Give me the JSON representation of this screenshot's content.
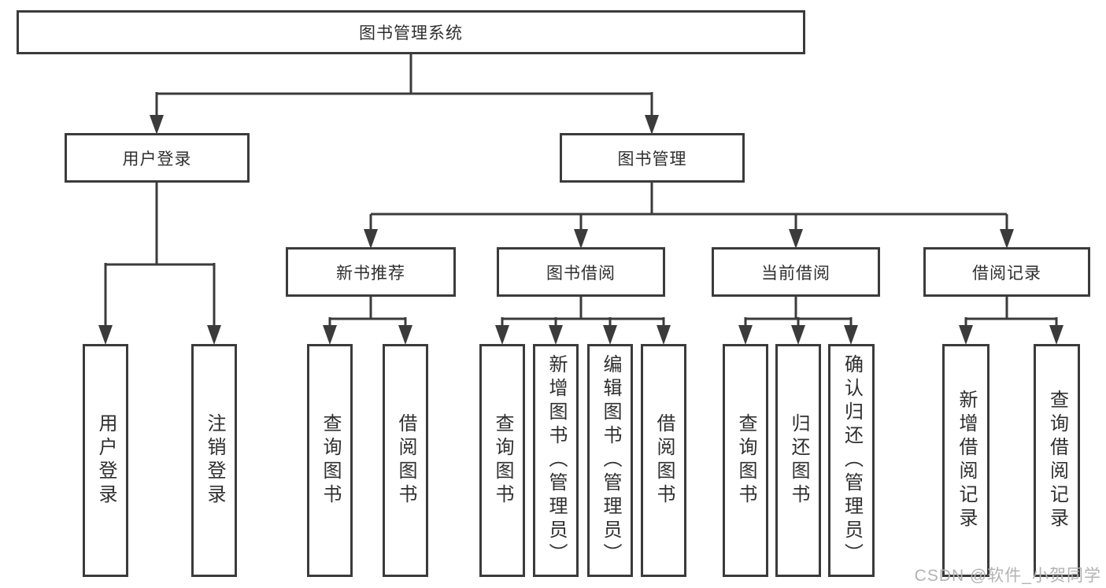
{
  "diagram_title": "图书管理系统",
  "nodes": {
    "root": "图书管理系统",
    "level2": [
      "用户登录",
      "图书管理"
    ],
    "level3": [
      "新书推荐",
      "图书借阅",
      "当前借阅",
      "借阅记录"
    ],
    "level4": [
      "用户登录",
      "注销登录",
      "查询图书",
      "借阅图书",
      "查询图书",
      "新增图书（管理员）",
      "编辑图书（管理员）",
      "借阅图书",
      "查询图书",
      "归还图书",
      "确认归还（管理员）",
      "新增借阅记录",
      "查询借阅记录"
    ]
  },
  "hierarchy": [
    {
      "parent": "图书管理系统",
      "children": [
        "用户登录",
        "图书管理"
      ]
    },
    {
      "parent": "用户登录",
      "children": [
        "用户登录",
        "注销登录"
      ]
    },
    {
      "parent": "图书管理",
      "children": [
        "新书推荐",
        "图书借阅",
        "当前借阅",
        "借阅记录"
      ]
    },
    {
      "parent": "新书推荐",
      "children": [
        "查询图书",
        "借阅图书"
      ]
    },
    {
      "parent": "图书借阅",
      "children": [
        "查询图书",
        "新增图书（管理员）",
        "编辑图书（管理员）",
        "借阅图书"
      ]
    },
    {
      "parent": "当前借阅",
      "children": [
        "查询图书",
        "归还图书",
        "确认归还（管理员）"
      ]
    },
    {
      "parent": "借阅记录",
      "children": [
        "新增借阅记录",
        "查询借阅记录"
      ]
    }
  ],
  "watermark": "CSDN @软件_小贺同学",
  "colors": {
    "line": "#3b3b3b",
    "box_border": "#3b3b3b",
    "box_fill": "#ffffff",
    "text": "#2f2f2f",
    "watermark_text": "#b3b3b3",
    "background": "#ffffff"
  }
}
